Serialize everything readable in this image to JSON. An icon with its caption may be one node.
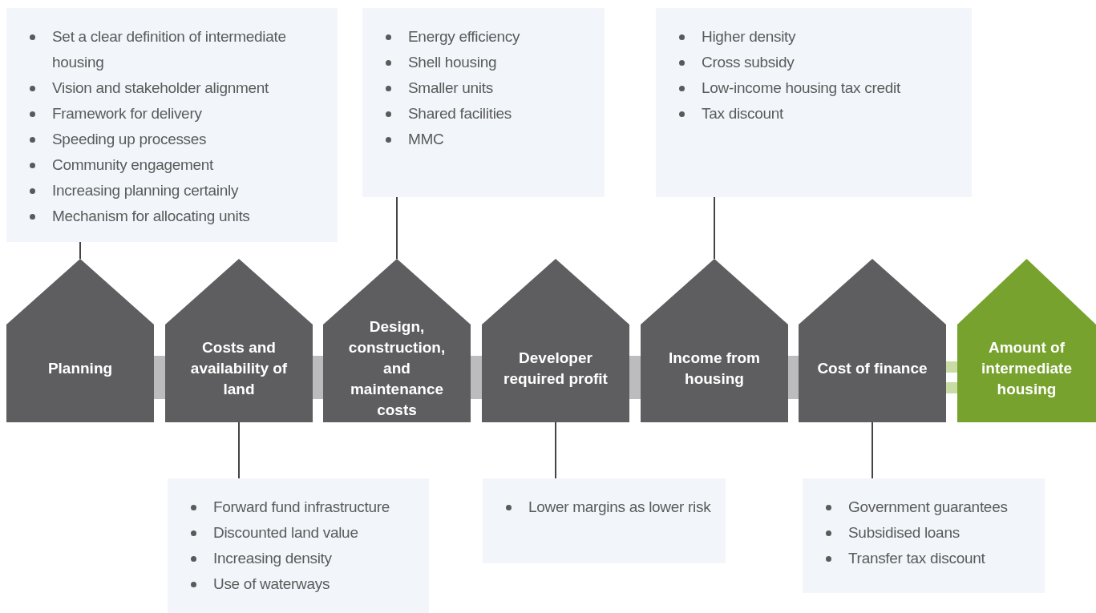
{
  "diagram": {
    "nodes": [
      {
        "text": [
          "Set a clear definition of intermediate housing",
          "Vision and stakeholder alignment",
          "Framework for delivery",
          "Speeding up processes",
          "Community engagement",
          "Increasing planning certainly",
          "Mechanism for allocating units"
        ]
      },
      {
        "text": [
          "Energy efficiency",
          "Shell housing",
          "Smaller units",
          "Shared facilities",
          "MMC"
        ]
      },
      {
        "text": [
          "Higher density",
          "Cross subsidy",
          "Low-income housing tax credit",
          "Tax discount"
        ]
      },
      {
        "text": [
          "Planning"
        ]
      },
      {
        "text": [
          "Costs and availability of land"
        ]
      },
      {
        "text": [
          "Design, construction, and maintenance costs"
        ]
      },
      {
        "text": [
          "Developer required profit"
        ]
      },
      {
        "text": [
          "Income from housing"
        ]
      },
      {
        "text": [
          "Cost of finance"
        ]
      },
      {
        "text": [
          "Amount of intermediate housing"
        ]
      },
      {
        "text": [
          "Forward fund infrastructure",
          "Discounted land value",
          "Increasing density",
          "Use of waterways"
        ]
      },
      {
        "text": [
          "Lower margins as lower risk"
        ]
      },
      {
        "text": [
          "Government guarantees",
          "Subsidised loans",
          "Transfer tax discount"
        ]
      }
    ],
    "edges": [
      {
        "from": 0,
        "to": 3,
        "arrow": "none"
      },
      {
        "from": 1,
        "to": 5,
        "arrow": "none"
      },
      {
        "from": 2,
        "to": 7,
        "arrow": "none"
      },
      {
        "from": 10,
        "to": 4,
        "arrow": "none"
      },
      {
        "from": 11,
        "to": 6,
        "arrow": "none"
      },
      {
        "from": 12,
        "to": 8,
        "arrow": "none"
      }
    ]
  }
}
